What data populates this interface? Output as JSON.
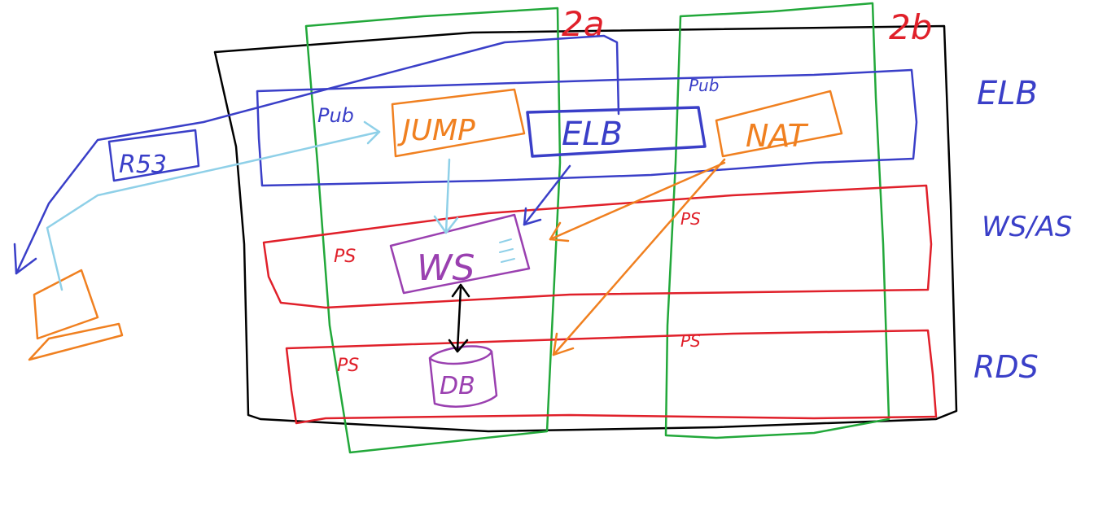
{
  "colors": {
    "black": "#000000",
    "green": "#22a83a",
    "blue": "#3a3fc8",
    "red": "#e0202a",
    "orange": "#f08020",
    "purple": "#9a40b0",
    "light_blue": "#8fd0e8"
  },
  "az_labels": {
    "left": "2a",
    "right": "2b"
  },
  "tier_labels": {
    "elb": "ELB",
    "ws_as": "WS/AS",
    "rds": "RDS"
  },
  "subnet_labels": {
    "pub_left": "Pub",
    "pub_right": "Pub",
    "ps_ws_left": "PS",
    "ps_ws_right": "PS",
    "ps_rds_left": "PS",
    "ps_rds_right": "PS"
  },
  "nodes": {
    "r53": "R53",
    "jump": "JUMP",
    "elb": "ELB",
    "nat": "NAT",
    "ws": "WS",
    "db": "DB"
  }
}
